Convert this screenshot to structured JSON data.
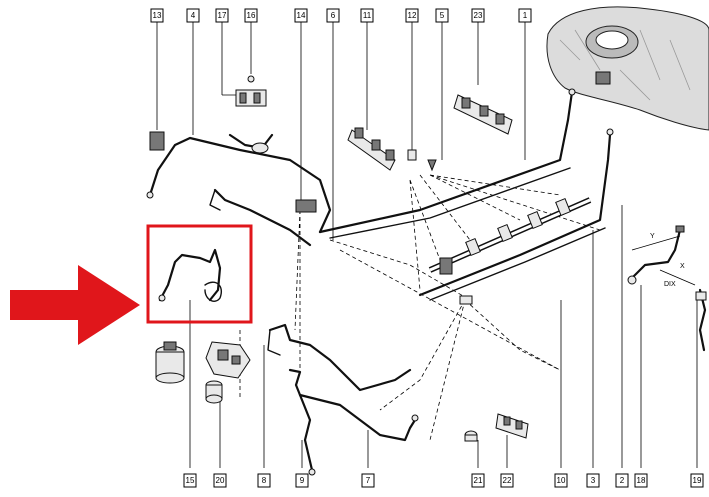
{
  "callouts": [
    {
      "id": "c13",
      "label": "13"
    },
    {
      "id": "c4",
      "label": "4"
    },
    {
      "id": "c17",
      "label": "17"
    },
    {
      "id": "c16",
      "label": "16"
    },
    {
      "id": "c14",
      "label": "14"
    },
    {
      "id": "c6",
      "label": "6"
    },
    {
      "id": "c11",
      "label": "11"
    },
    {
      "id": "c12",
      "label": "12"
    },
    {
      "id": "c5",
      "label": "5"
    },
    {
      "id": "c23",
      "label": "23"
    },
    {
      "id": "c1",
      "label": "1"
    },
    {
      "id": "c15",
      "label": "15"
    },
    {
      "id": "c20",
      "label": "20"
    },
    {
      "id": "c8",
      "label": "8"
    },
    {
      "id": "c9",
      "label": "9"
    },
    {
      "id": "c7",
      "label": "7"
    },
    {
      "id": "c21",
      "label": "21"
    },
    {
      "id": "c22",
      "label": "22"
    },
    {
      "id": "c10",
      "label": "10"
    },
    {
      "id": "c3",
      "label": "3"
    },
    {
      "id": "c2",
      "label": "2"
    },
    {
      "id": "c18",
      "label": "18"
    },
    {
      "id": "c19",
      "label": "19"
    }
  ],
  "dimensions": {
    "y": "Y",
    "x": "X",
    "abbr": "DIX"
  },
  "colors": {
    "arrow": "#e0161b",
    "highlight_box": "#e0161b",
    "line": "#111111"
  }
}
